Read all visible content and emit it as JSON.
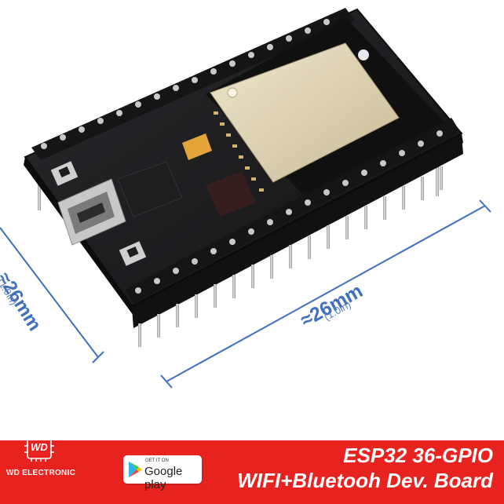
{
  "dimensions": {
    "side_label": "≈26mm",
    "side_sub": "(1.0in)",
    "front_label": "≈26mm",
    "front_sub": "(1.0in)"
  },
  "brand": {
    "logo_letters": "WD",
    "name": "WD ELECTRONIC"
  },
  "google_play": {
    "small": "GET IT ON",
    "big": "Google play"
  },
  "title": {
    "line1": "ESP32 36-GPIO",
    "line2": "WIFI+Bluetooh Dev. Board"
  },
  "colors": {
    "banner": "#e8231f",
    "dimension_lines": "#3f6fbf",
    "board": "#1b1b1d",
    "module_shield": "#d9cdb0"
  }
}
